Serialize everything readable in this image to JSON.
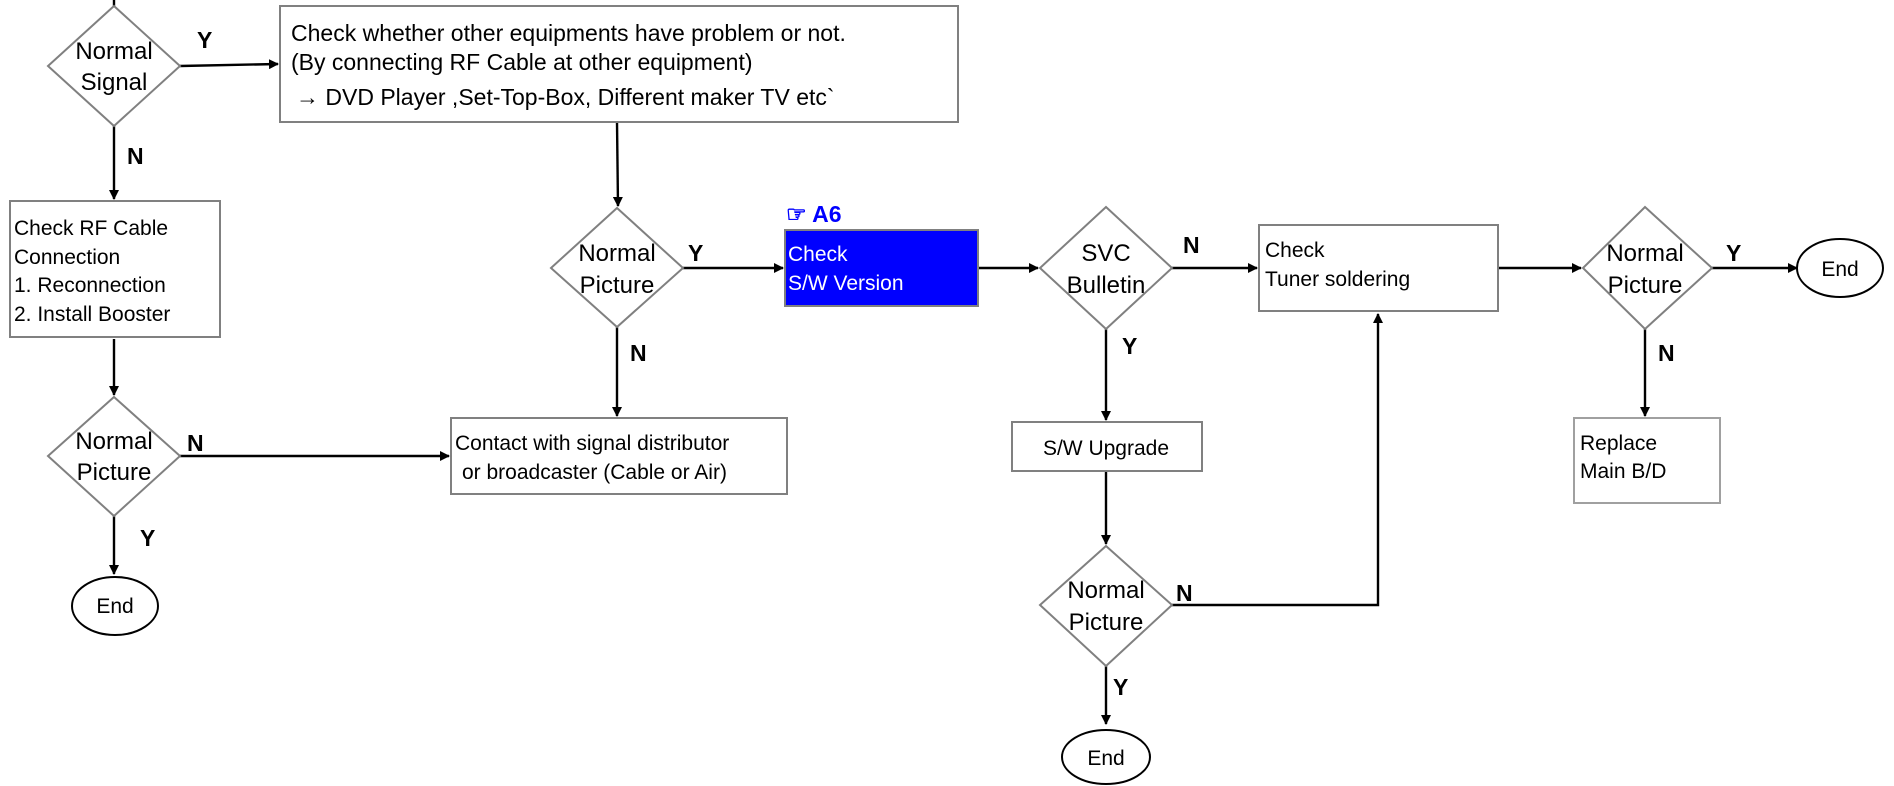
{
  "boxes": {
    "check_other": [
      "Check whether other equipments have problem or not.",
      "(By connecting RF Cable at other equipment)",
      "→ DVD Player ,Set-Top-Box, Different maker TV etc`"
    ],
    "rf_cable": [
      "Check RF Cable",
      "Connection",
      "1. Reconnection",
      "2. Install Booster"
    ],
    "contact": [
      "Contact with signal distributor",
      "or broadcaster (Cable or Air)"
    ],
    "sw_version": [
      "Check",
      "S/W Version"
    ],
    "sw_upgrade": "S/W Upgrade",
    "tuner": [
      "Check",
      "Tuner soldering"
    ],
    "replace": [
      "Replace",
      "Main B/D"
    ]
  },
  "reference_tag": "☞ A6",
  "diamonds": {
    "normal_signal": [
      "Normal",
      "Signal"
    ],
    "normal_picture_left": [
      "Normal",
      "Picture"
    ],
    "normal_picture_mid": [
      "Normal",
      "Picture"
    ],
    "svc_bulletin": [
      "SVC",
      "Bulletin"
    ],
    "normal_picture_bottom": [
      "Normal",
      "Picture"
    ],
    "normal_picture_right": [
      "Normal",
      "Picture"
    ]
  },
  "terminals": {
    "end_label": "End"
  },
  "branches": {
    "yes": "Y",
    "no": "N"
  },
  "colors": {
    "highlight_fill": "#0000ff",
    "highlight_text": "#ffffff",
    "border": "#808080"
  }
}
